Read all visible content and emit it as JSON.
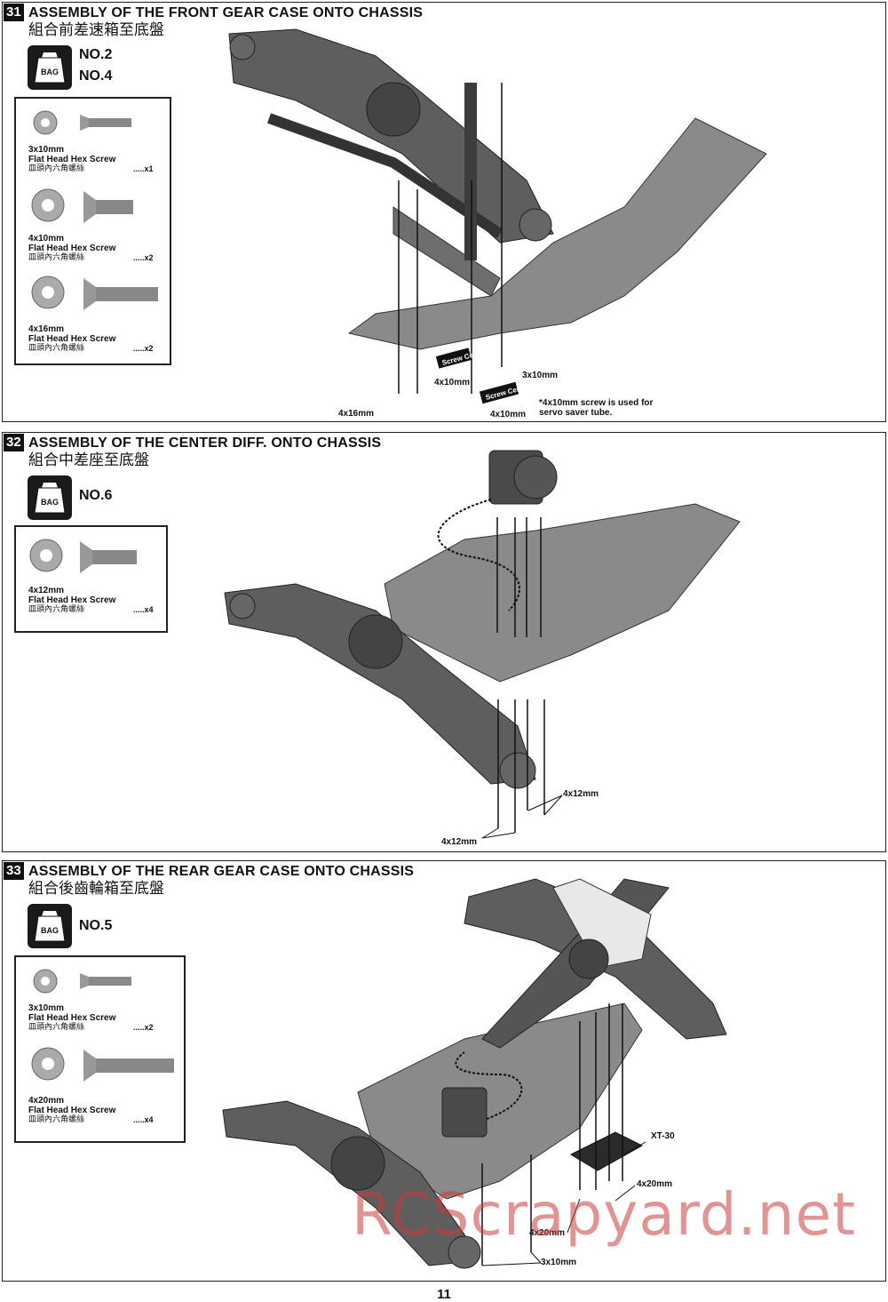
{
  "steps": [
    {
      "number": "31",
      "title": "ASSEMBLY OF THE FRONT GEAR CASE ONTO CHASSIS",
      "subtitle": "組合前差速箱至底盤",
      "bag_label": "BAG",
      "bags": [
        "NO.2",
        "NO.4"
      ],
      "parts": [
        {
          "size": "3x10mm",
          "name": "Flat Head Hex Screw",
          "name_zh": "皿頭內六角螺絲",
          "qty": ".....x1"
        },
        {
          "size": "4x10mm",
          "name": "Flat Head Hex Screw",
          "name_zh": "皿頭內六角螺絲",
          "qty": ".....x2"
        },
        {
          "size": "4x16mm",
          "name": "Flat Head Hex Screw",
          "name_zh": "皿頭內六角螺絲",
          "qty": ".....x2"
        }
      ],
      "callouts": [
        "3x10mm",
        "4x10mm",
        "4x16mm",
        "4x10mm"
      ],
      "screw_cement": "Screw Cement",
      "note": "*4x10mm screw is used for servo saver tube."
    },
    {
      "number": "32",
      "title": "ASSEMBLY OF THE CENTER DIFF. ONTO CHASSIS",
      "subtitle": "組合中差座至底盤",
      "bag_label": "BAG",
      "bags": [
        "NO.6"
      ],
      "parts": [
        {
          "size": "4x12mm",
          "name": "Flat Head Hex Screw",
          "name_zh": "皿頭內六角螺絲",
          "qty": ".....x4"
        }
      ],
      "callouts": [
        "4x12mm",
        "4x12mm"
      ]
    },
    {
      "number": "33",
      "title": "ASSEMBLY OF THE REAR GEAR CASE ONTO CHASSIS",
      "subtitle": "組合後齒輪箱至底盤",
      "bag_label": "BAG",
      "bags": [
        "NO.5"
      ],
      "parts": [
        {
          "size": "3x10mm",
          "name": "Flat Head Hex Screw",
          "name_zh": "皿頭內六角螺絲",
          "qty": ".....x2"
        },
        {
          "size": "4x20mm",
          "name": "Flat Head Hex Screw",
          "name_zh": "皿頭內六角螺絲",
          "qty": ".....x4"
        }
      ],
      "callouts": [
        "XT-30",
        "4x20mm",
        "4x20mm",
        "3x10mm"
      ]
    }
  ],
  "page_number": "11",
  "watermark": "RCScrapyard.net",
  "colors": {
    "chassis": "#8a8a8a",
    "chassis_light": "#b5b5b5",
    "dark_part": "#3c3c3c",
    "border": "#222222"
  }
}
